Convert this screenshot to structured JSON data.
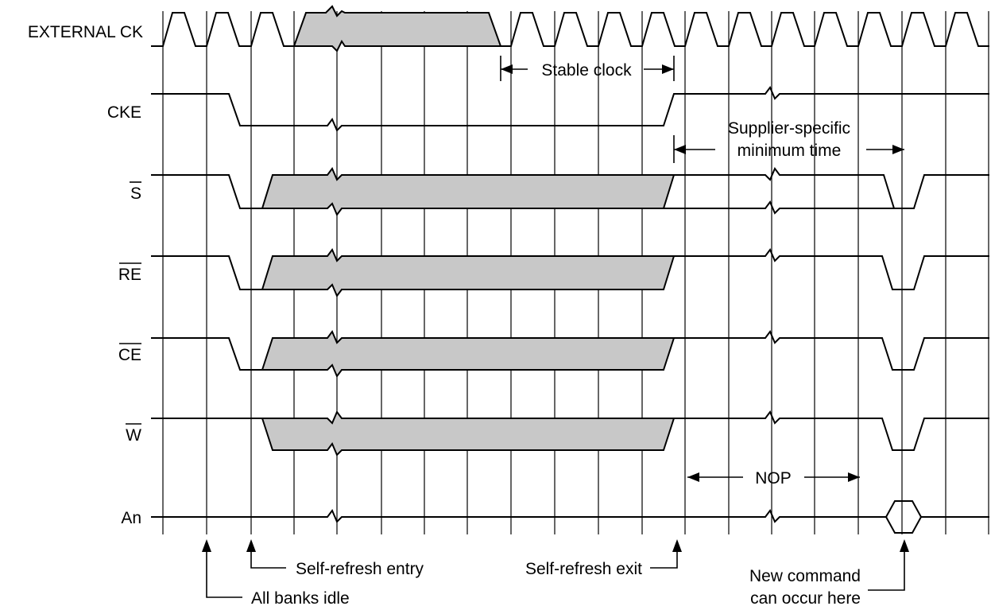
{
  "signals": {
    "external_ck": "EXTERNAL CK",
    "cke": "CKE",
    "s": "S",
    "re": "RE",
    "ce": "CE",
    "w": "W",
    "an": "An"
  },
  "annotations": {
    "stable_clock": "Stable clock",
    "supplier_line1": "Supplier-specific",
    "supplier_line2": "minimum time",
    "nop": "NOP",
    "self_refresh_entry": "Self-refresh entry",
    "self_refresh_exit": "Self-refresh exit",
    "all_banks_idle": "All banks idle",
    "new_command_line1": "New command",
    "new_command_line2": "can occur here"
  }
}
